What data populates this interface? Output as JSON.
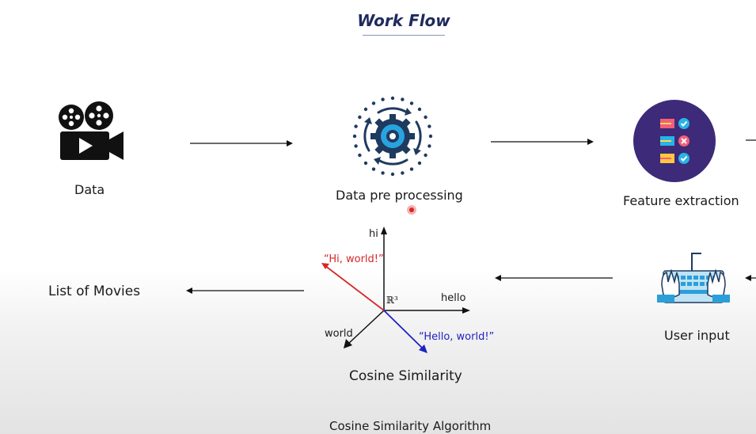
{
  "header": {
    "title": "Work Flow"
  },
  "nodes": {
    "data": {
      "label": "Data",
      "icon": "movie-camera-icon"
    },
    "preprocessing": {
      "label": "Data pre processing",
      "icon": "gear-cycle-icon"
    },
    "feature_extraction": {
      "label": "Feature extraction",
      "icon": "checklist-icon"
    },
    "user_input": {
      "label": "User input",
      "icon": "keyboard-typing-icon"
    },
    "cosine": {
      "label": "Cosine Similarity"
    },
    "movies": {
      "label": "List of Movies"
    }
  },
  "vector_space": {
    "axis_hi": "hi",
    "axis_hello": "hello",
    "axis_world": "world",
    "space": "ℝ³",
    "vec_hi_world": "“Hi, world!”",
    "vec_hello_world": "“Hello, world!”",
    "color_hi_world": "#d62728",
    "color_hello_world": "#1f22c2"
  },
  "caption": "Cosine Similarity Algorithm",
  "colors": {
    "title": "#1f2a5c",
    "camera": "#111111",
    "gear": "#1f3a5f",
    "feature_bg": "#3d2a78",
    "keyboard": "#2b9fd8"
  }
}
